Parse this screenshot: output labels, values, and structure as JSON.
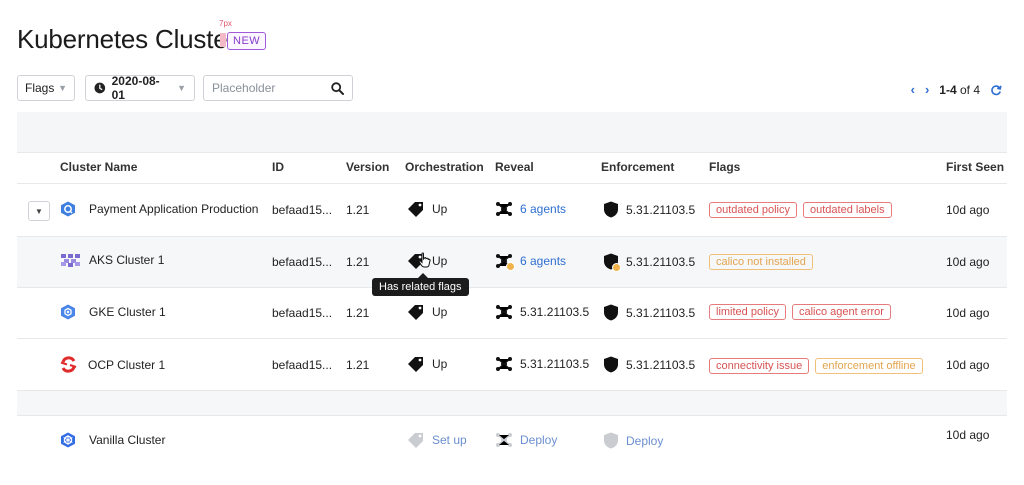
{
  "page": {
    "title": "Kubernetes Clusters",
    "px_note": "7px",
    "badge": "NEW"
  },
  "toolbar": {
    "flags_label": "Flags",
    "date_value": "2020-08-01",
    "search_placeholder": "Placeholder",
    "pager_range": "1-4",
    "pager_of": "of 4"
  },
  "table": {
    "headers": [
      "Cluster Name",
      "ID",
      "Version",
      "Orchestration",
      "Reveal",
      "Enforcement",
      "Flags",
      "First Seen"
    ],
    "rows": [
      {
        "name": "Payment Application Production",
        "id": "befaad15...",
        "version": "1.21",
        "orch": "Up",
        "reveal": "6 agents",
        "enforcement": "5.31.21103.5",
        "flags": [
          "outdated policy",
          "outdated labels"
        ],
        "first_seen": "10d ago"
      },
      {
        "name": "AKS Cluster 1",
        "id": "befaad15...",
        "version": "1.21",
        "orch": "Up",
        "reveal": "6 agents",
        "enforcement": "5.31.21103.5",
        "flags": [
          "calico not installed"
        ],
        "first_seen": "10d ago"
      },
      {
        "name": "GKE Cluster 1",
        "id": "befaad15...",
        "version": "1.21",
        "orch": "Up",
        "reveal": "5.31.21103.5",
        "enforcement": "5.31.21103.5",
        "flags": [
          "limited policy",
          "calico agent error"
        ],
        "first_seen": "10d ago"
      },
      {
        "name": "OCP Cluster 1",
        "id": "befaad15...",
        "version": "1.21",
        "orch": "Up",
        "reveal": "5.31.21103.5",
        "enforcement": "5.31.21103.5",
        "flags": [
          "connectivity issue",
          "enforcement offline"
        ],
        "first_seen": "10d ago"
      },
      {
        "name": "Vanilla Cluster",
        "id": "",
        "version": "",
        "orch": "Set up",
        "reveal": "Deploy",
        "enforcement": "Deploy",
        "flags": [],
        "first_seen": "10d ago"
      }
    ]
  },
  "tooltip": "Has related flags",
  "colors": {
    "accent": "#2f6fd1",
    "new_badge": "#8a3ccd",
    "flag_red": "#d85353",
    "flag_orange": "#e3a44f"
  }
}
